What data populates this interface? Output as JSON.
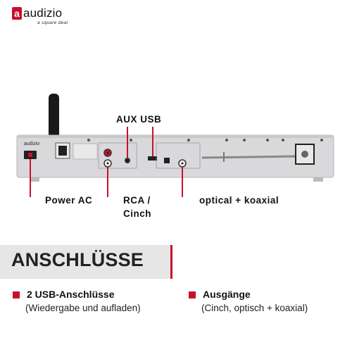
{
  "brand": {
    "logo_mark": "a",
    "name": "audizio",
    "tagline": "a square deal"
  },
  "device": {
    "brand_mark": "audizio"
  },
  "callouts": {
    "aux_usb": "AUX  USB",
    "power_ac": "Power AC",
    "rca_line1": "RCA /",
    "rca_line2": "Cinch",
    "optical_coax": "optical + koaxial"
  },
  "banner": {
    "title": "ANSCHLÜSSE"
  },
  "features": [
    {
      "title": "2 USB-Anschlüsse",
      "subtitle": "(Wiedergabe und aufladen)"
    },
    {
      "title": "Ausgänge",
      "subtitle": "(Cinch, optisch + koaxial)"
    }
  ],
  "colors": {
    "accent": "#c8102e",
    "banner_bg": "#e6e6e6",
    "device_silver": "#d9d9db"
  }
}
